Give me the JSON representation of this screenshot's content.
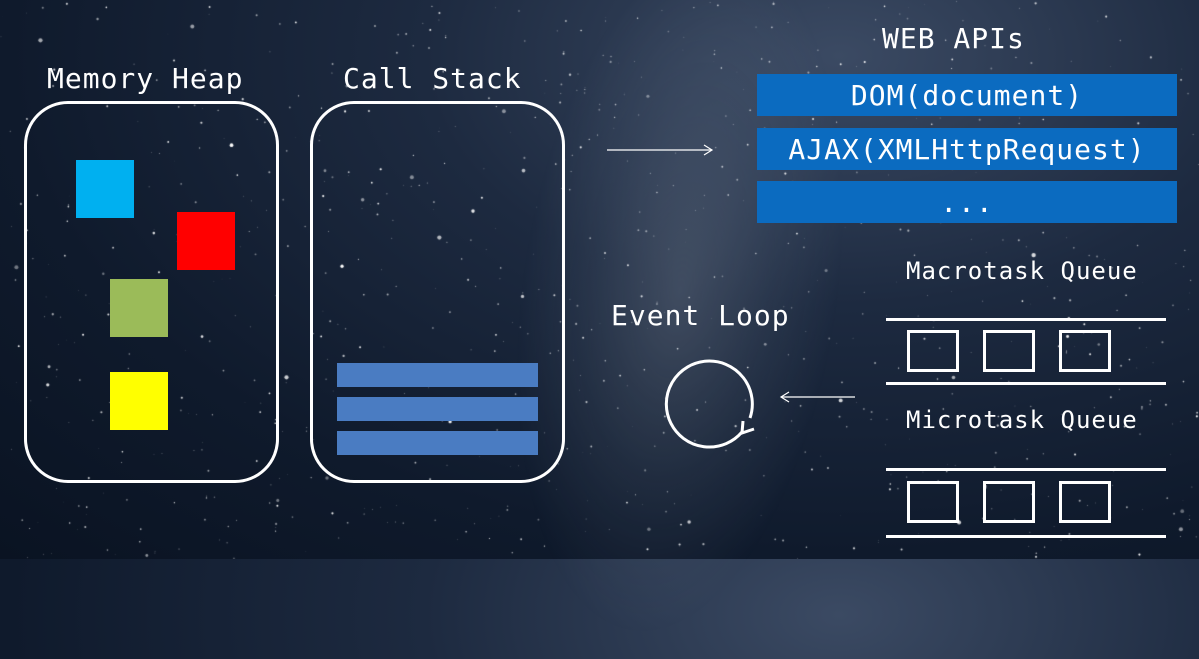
{
  "memory_heap": {
    "title": "Memory Heap"
  },
  "call_stack": {
    "title": "Call Stack"
  },
  "web_apis": {
    "title": "WEB APIs",
    "items": [
      "DOM(document)",
      "AJAX(XMLHttpRequest)",
      "..."
    ]
  },
  "event_loop": {
    "title": "Event Loop"
  },
  "macrotask_queue": {
    "title": "Macrotask Queue"
  },
  "microtask_queue": {
    "title": "Microtask Queue"
  },
  "colors": {
    "heap_blue": "#00b0f0",
    "heap_red": "#ff0000",
    "heap_green": "#9bbb59",
    "heap_yellow": "#ffff00",
    "stack_bar": "#4a7cc2",
    "api_bar": "#0b6bc0"
  }
}
